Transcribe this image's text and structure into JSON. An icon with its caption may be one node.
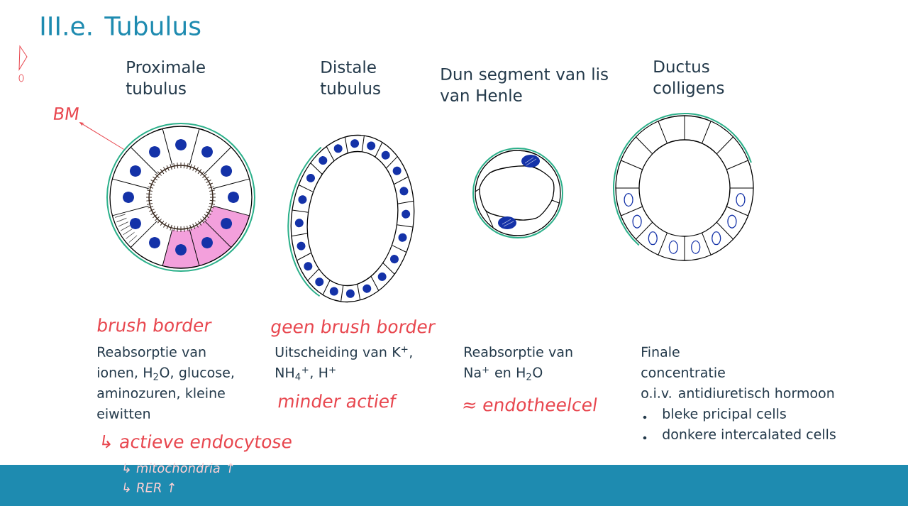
{
  "diagram": {
    "title": "III.e. Tubulus",
    "nodes": [
      {
        "text": [
          "Proximale tubulus"
        ],
        "beside": [
          "brush border",
          "Reabsorptie van ionen, H$_{2}$O, glucose, aminozuren, kleine eiwitten",
          "↳ actieve endocytose",
          "↳ mitochondria ↑",
          "↳ RER ↑"
        ]
      },
      {
        "text": [
          "Distale tubulus"
        ],
        "beside": [
          "geen brush border",
          "Uitscheiding van K$^{+}$, NH$_{4}$$^{+}$, H$^{+}$",
          "minder actief"
        ]
      },
      {
        "text": [
          "Dun segment van lis van Henle"
        ],
        "beside": [
          "Reabsorptie van Na$^{+}$ en H$_{2}$O",
          "≈ endotheelcel"
        ]
      },
      {
        "text": [
          "Ductus colligens"
        ],
        "beside": [
          "Finale concentratie",
          "o.i.v. antidiuretisch hormoon",
          "bleke pricipal cells",
          "donkere intercalated cells"
        ]
      },
      {
        "text": [
          "BM"
        ]
      }
    ],
    "edges": [
      {
        "from": 0,
        "to": 4,
        "arrow": "to",
        "color": "#e8474f"
      }
    ]
  }
}
